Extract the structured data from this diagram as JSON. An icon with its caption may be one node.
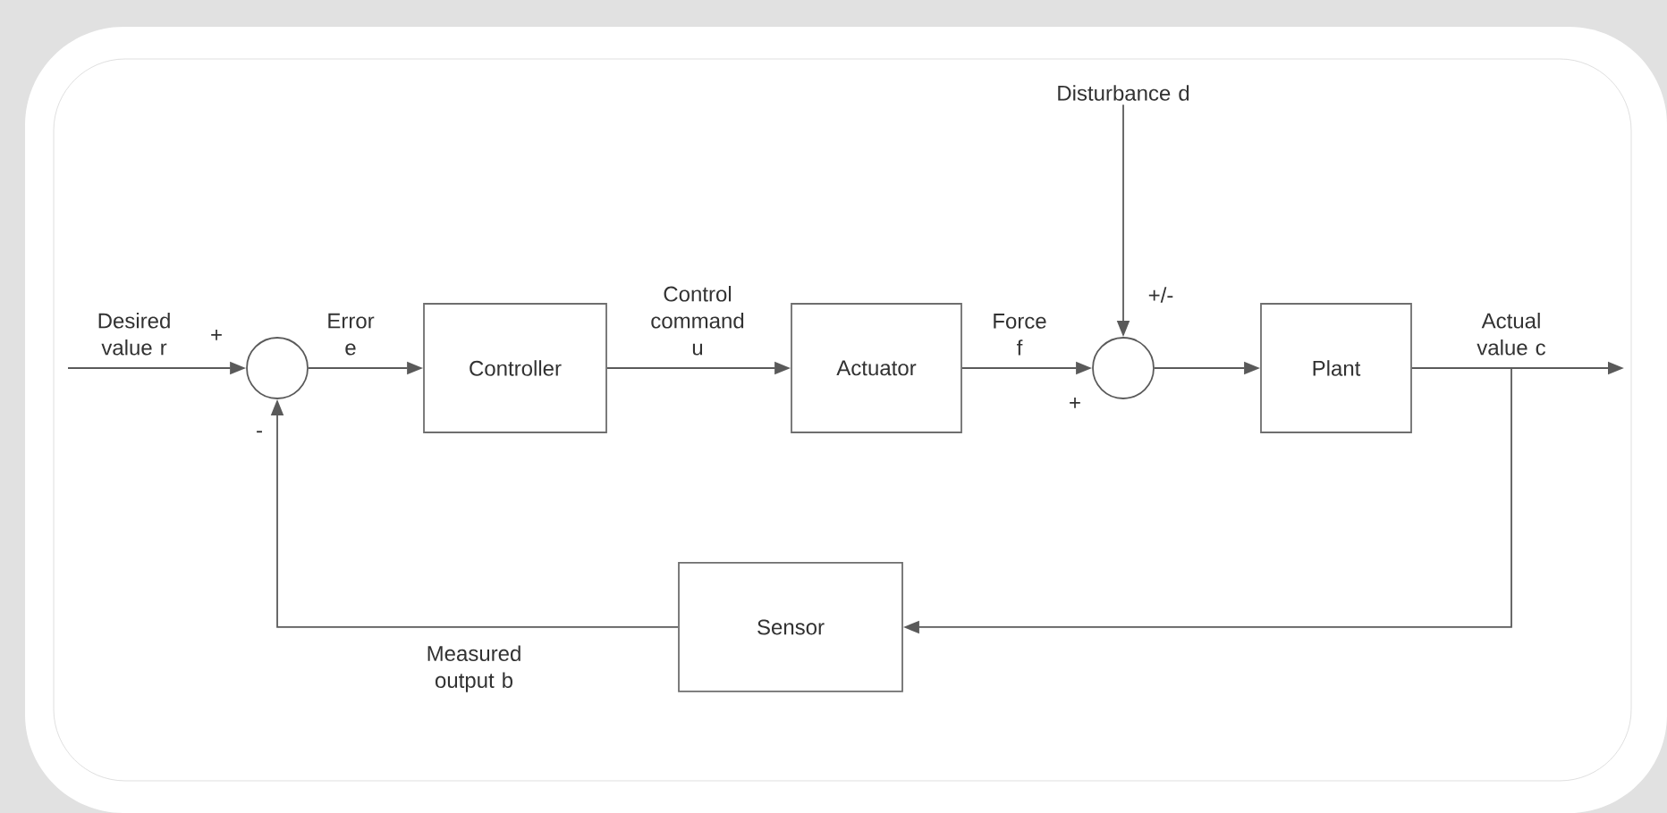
{
  "diagram": {
    "nodes": [
      {
        "text": [],
        "shape": "circle"
      },
      {
        "text": [
          "Controller"
        ]
      },
      {
        "text": [
          "Actuator"
        ]
      },
      {
        "text": [],
        "shape": "circle"
      },
      {
        "text": [
          "Plant"
        ]
      },
      {
        "text": [
          "Sensor"
        ]
      },
      {
        "text": [
          "Disturbance d"
        ]
      }
    ],
    "edges": [
      {
        "from": null,
        "to": 0,
        "arrow": "to",
        "label": "Desired value r"
      },
      {
        "from": 0,
        "to": 1,
        "arrow": "to",
        "label": "Error e"
      },
      {
        "from": 1,
        "to": 2,
        "arrow": "to",
        "label": "Control command u"
      },
      {
        "from": 2,
        "to": 3,
        "arrow": "to",
        "label": "Force f"
      },
      {
        "from": 6,
        "to": 3,
        "arrow": "to"
      },
      {
        "from": 3,
        "to": 4,
        "arrow": "to"
      },
      {
        "from": 4,
        "to": null,
        "arrow": "to",
        "label": "Actual value c"
      },
      {
        "from": 4,
        "to": 5,
        "arrow": "to"
      },
      {
        "from": 5,
        "to": 0,
        "arrow": "to",
        "label": "Measured output b"
      }
    ],
    "labels": [
      "+",
      "-",
      "+/-",
      "+"
    ]
  }
}
